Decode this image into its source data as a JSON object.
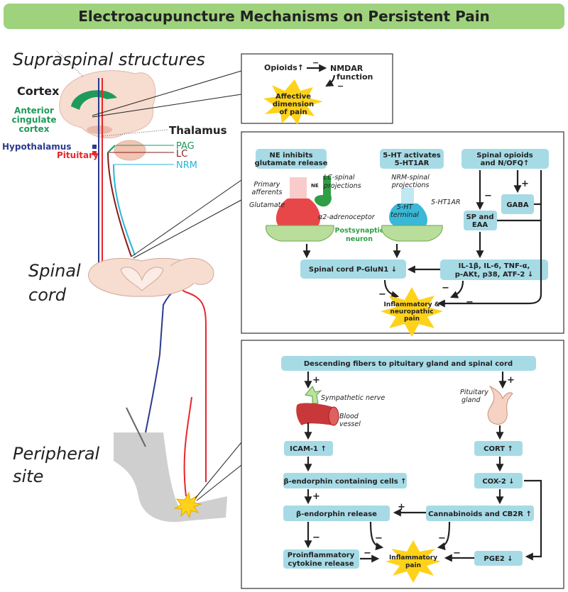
{
  "title": "Electroacupuncture Mechanisms on Persistent Pain",
  "colors": {
    "title_bg": "#9fd27d",
    "box": "#a6dbe6",
    "pain_star": "#ffd21a",
    "hypothalamus": "#2b3a8f",
    "pituitary": "#e8262c",
    "pag": "#1e9a5a",
    "lc": "#8b1a1a",
    "nrm": "#29b6d6"
  },
  "sections": {
    "supraspinal": "Supraspinal structures",
    "spinal_1": "Spinal",
    "spinal_2": "cord",
    "peripheral_1": "Peripheral",
    "peripheral_2": "site"
  },
  "brain": {
    "cortex": "Cortex",
    "acc_1": "Anterior",
    "acc_2": "cingulate",
    "acc_3": "cortex",
    "thalamus": "Thalamus",
    "hypothalamus": "Hypothalamus",
    "pituitary": "Pituitary",
    "pag": "PAG",
    "lc": "LC",
    "nrm": "NRM"
  },
  "signs": {
    "plus": "+",
    "minus": "−"
  },
  "box1": {
    "opioids": "Opioids↑",
    "nmdar_1": "NMDAR",
    "nmdar_2": "function",
    "pain_1": "Affective",
    "pain_2": "dimension",
    "pain_3": "of pain"
  },
  "box2": {
    "ne_1": "NE inhibits",
    "ne_2": "glutamate release",
    "ht_1": "5-HT activates",
    "ht_2": "5-HT1AR",
    "op_1": "Spinal opioids",
    "op_2": "and N/OFQ↑",
    "gaba": "GABA",
    "sp_1": "SP and",
    "sp_2": "EAA",
    "gluN1": "Spinal cord P-GluN1 ↓",
    "il_1": "IL-1β, IL-6, TNF-α,",
    "il_2": "p-AKt, p38, ATF-2 ↓",
    "pain_1": "Inflammatory &",
    "pain_2": "neuropathic",
    "pain_3": "pain",
    "primary_1": "Primary",
    "primary_2": "afferents",
    "glutamate": "Glutamate",
    "lc_1": "LC-spinal",
    "lc_2": "projections",
    "ne": "NE",
    "alpha2": "α2-adrenoceptor",
    "post_1": "Postsynaptic",
    "post_2": "neuron",
    "nrm_1": "NRM-spinal",
    "nrm_2": "projections",
    "term_1": "5-HT",
    "term_2": "terminal",
    "ht1ar": "5-HT1AR"
  },
  "box3": {
    "descending": "Descending fibers to pituitary gland and spinal cord",
    "symp": "Sympathetic nerve",
    "blood_1": "Blood",
    "blood_2": "vessel",
    "pit_1": "Pituitary",
    "pit_2": "gland",
    "icam": "ICAM-1 ↑",
    "beta_cells": "β-endorphin containing cells ↑",
    "beta_rel": "β-endorphin release",
    "pro_1": "Proinflammatory",
    "pro_2": "cytokine release",
    "cort": "CORT ↑",
    "cox": "COX-2 ↓",
    "canna": "Cannabinoids and CB2R ↑",
    "pge2": "PGE2 ↓",
    "pain_1": "Inflammatory",
    "pain_2": "pain"
  }
}
